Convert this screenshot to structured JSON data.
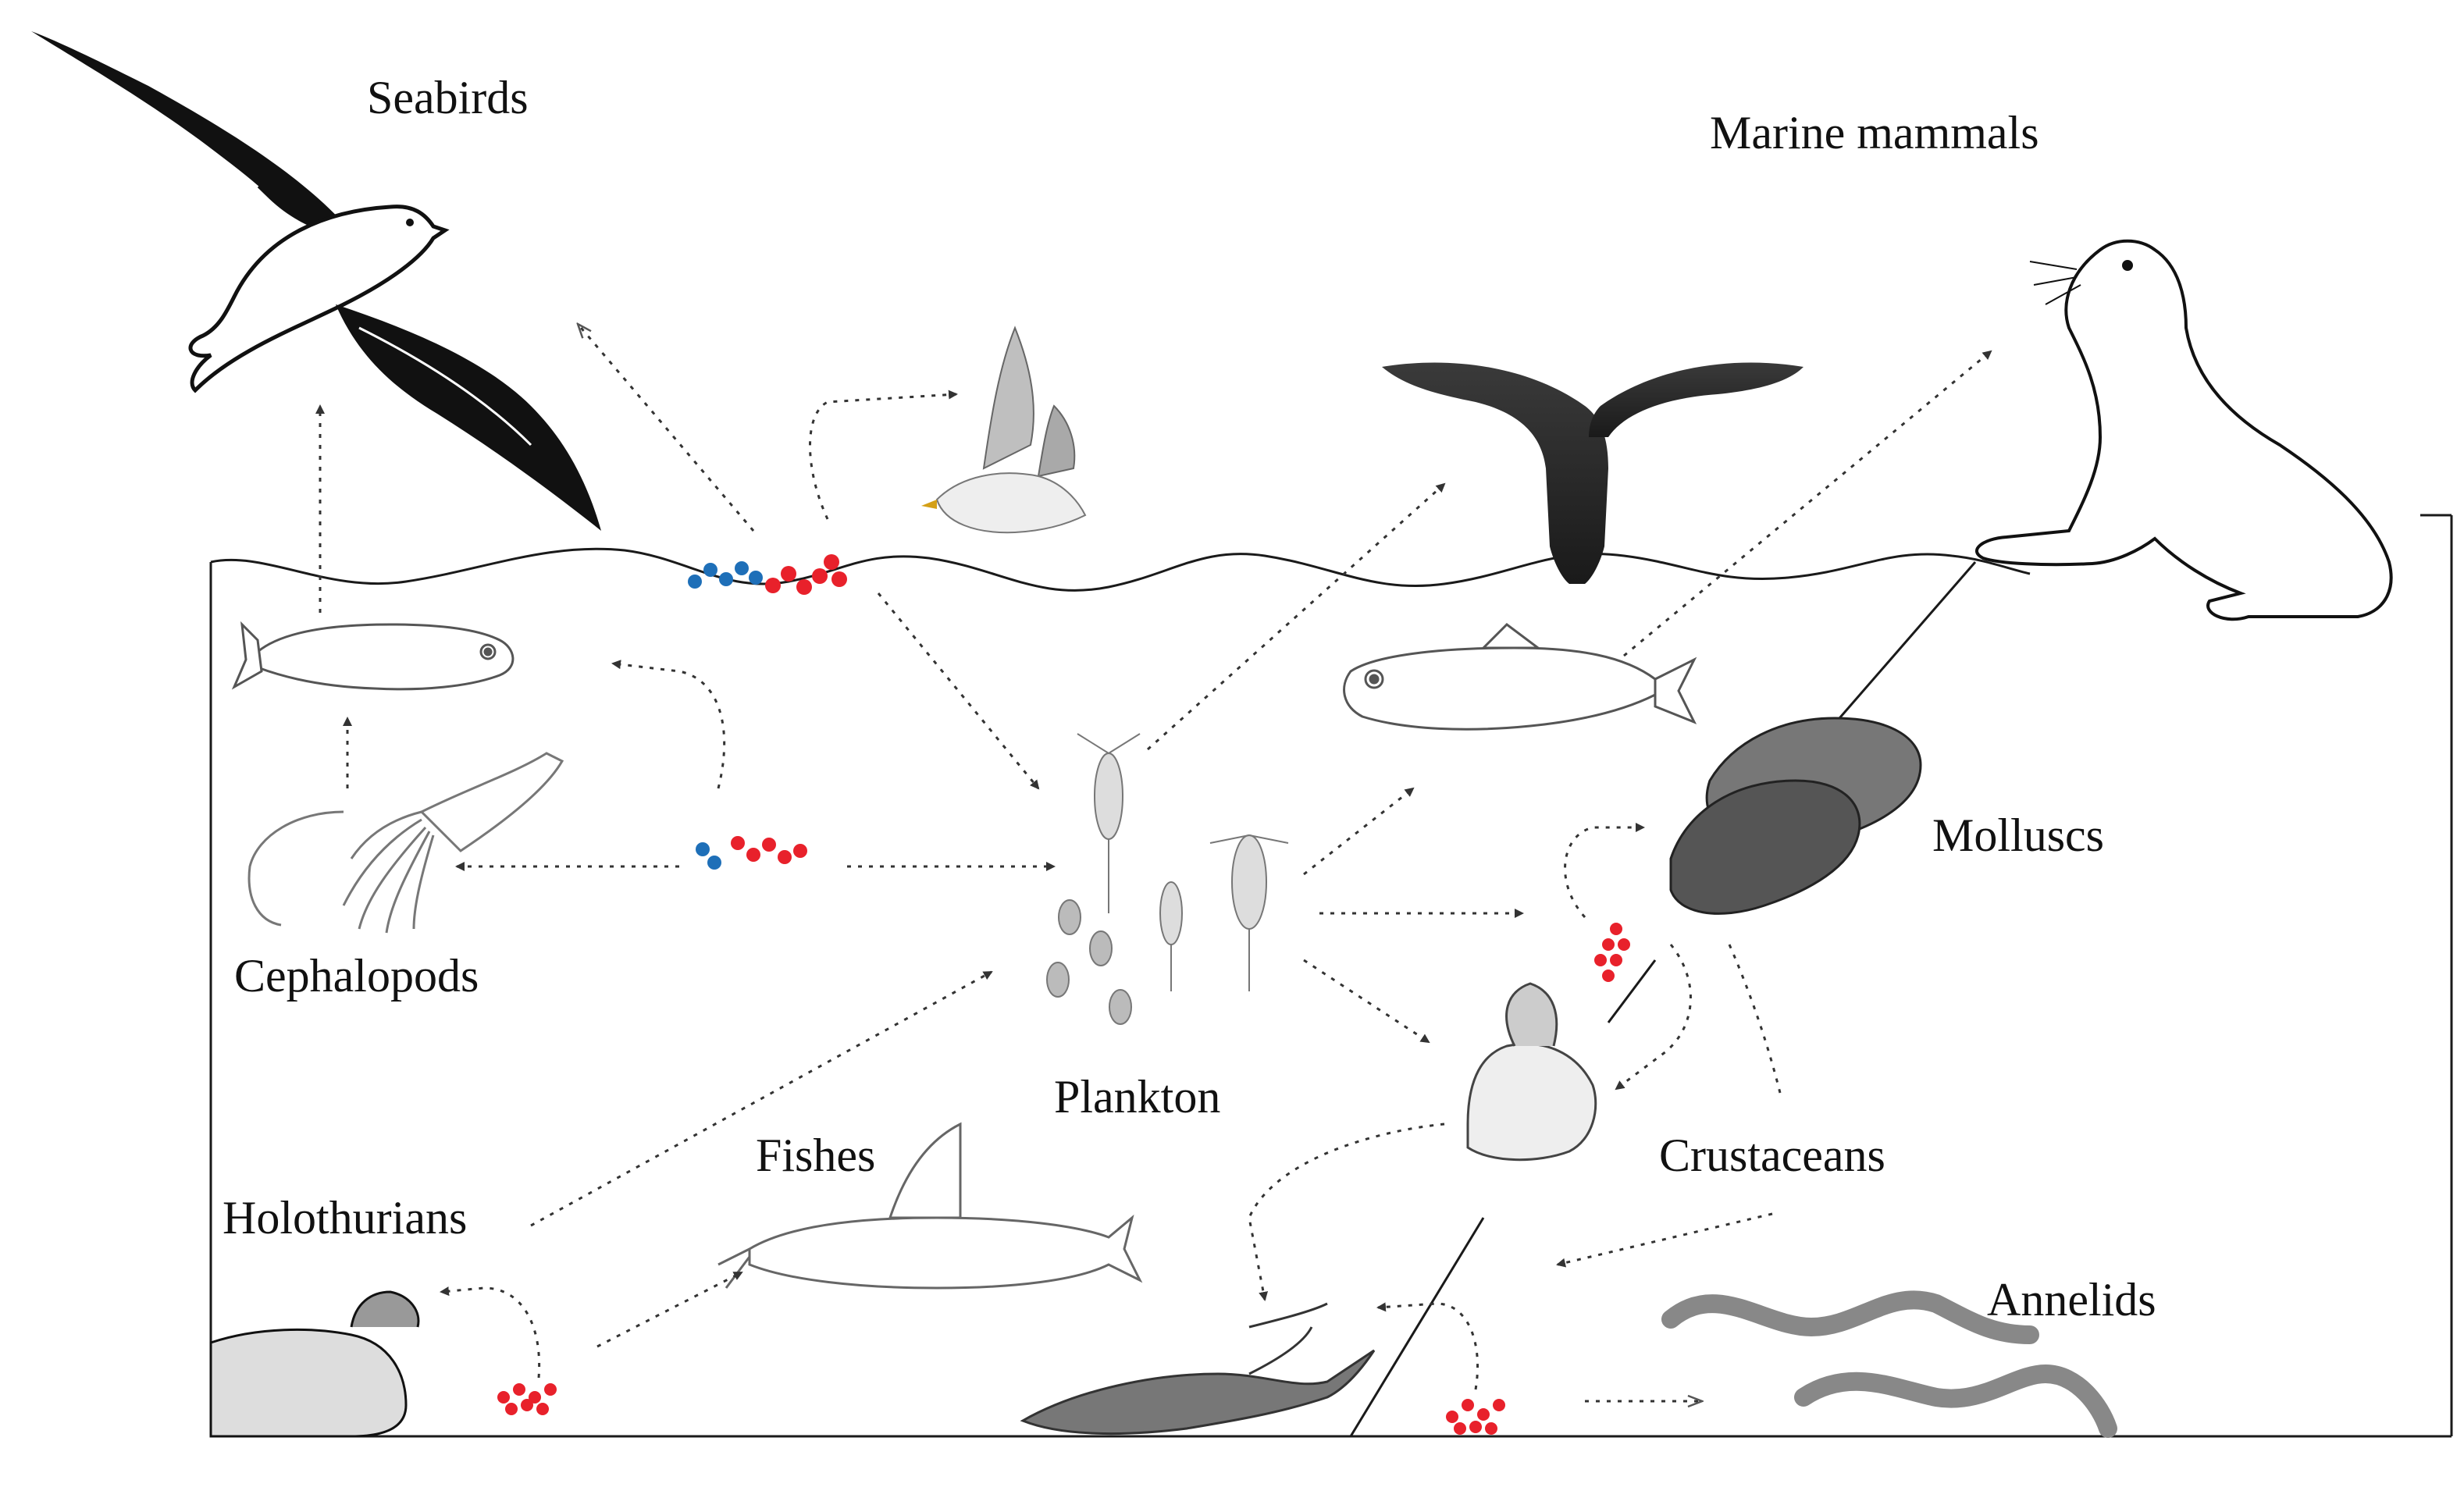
{
  "diagram": {
    "labels": {
      "seabirds": "Seabirds",
      "marine_mammals": "Marine mammals",
      "cephalopods": "Cephalopods",
      "plankton": "Plankton",
      "molluscs": "Molluscs",
      "fishes": "Fishes",
      "holothurians": "Holothurians",
      "crustaceans": "Crustaceans",
      "annelids": "Annelids"
    },
    "colors": {
      "particle_red": "#e8212b",
      "particle_blue": "#1e6fb8",
      "line": "#1a1a1a",
      "arrow": "#333333",
      "whale": "#2b2b2b",
      "gull_grey": "#a9a9a9"
    },
    "icons": [
      "albatross-icon",
      "gull-icon",
      "whale-tail-icon",
      "sea-lion-icon",
      "lanternfish-icon",
      "squid-icon",
      "copepod-icon",
      "mussel-icon",
      "barnacle-icon",
      "catfish-icon",
      "sea-cucumber-icon",
      "crayfish-icon",
      "worm-icon"
    ]
  }
}
